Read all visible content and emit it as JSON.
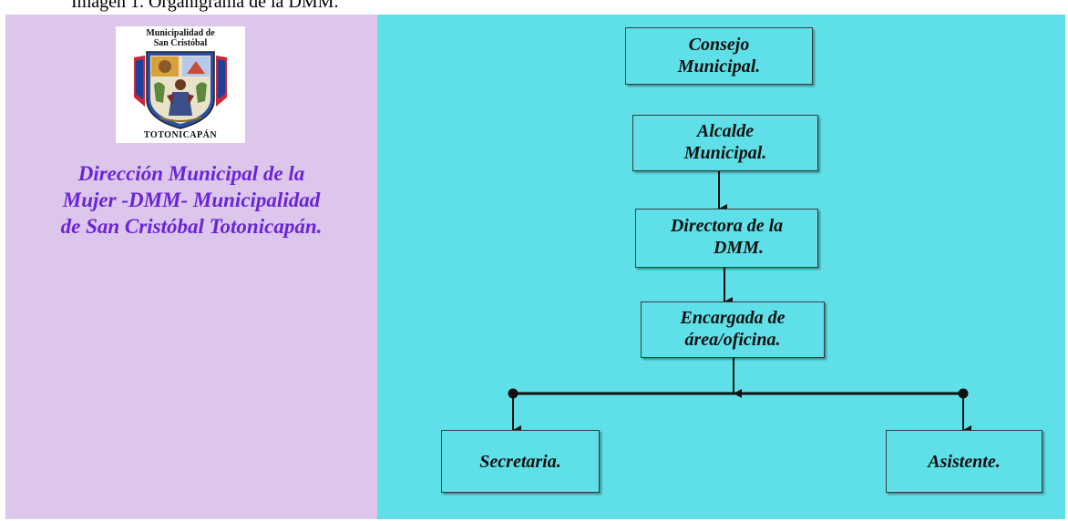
{
  "caption": "Imagen 1. Organigrama de la DMM.",
  "logo": {
    "title_lines": [
      "Municipalidad de",
      "San Cristóbal"
    ],
    "bottom_text": "TOTONICAPÁN"
  },
  "org_name_lines": [
    "Dirección Municipal de la",
    "Mujer -DMM- Municipalidad",
    "de San Cristóbal Totonicapán."
  ],
  "chart": {
    "nodes": {
      "consejo": {
        "lines": [
          "Consejo",
          "Municipal."
        ]
      },
      "alcalde": {
        "lines": [
          "Alcalde",
          "Municipal."
        ]
      },
      "directora": {
        "lines": [
          "Directora de la",
          "DMM."
        ]
      },
      "encargada": {
        "lines": [
          "Encargada de",
          "área/oficina."
        ]
      },
      "secretaria": {
        "lines": [
          "Secretaria."
        ]
      },
      "asistente": {
        "lines": [
          "Asistente."
        ]
      }
    }
  },
  "colors": {
    "left_bg": "#dcc6ec",
    "right_bg": "#5fe0e8",
    "org_name": "#6a25d6"
  }
}
